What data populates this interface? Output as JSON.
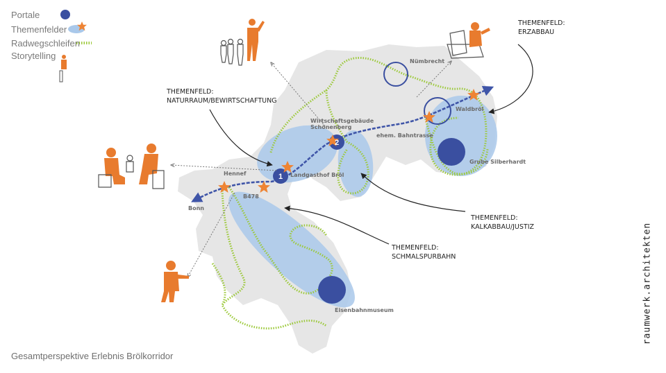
{
  "legend": {
    "portale": "Portale",
    "themenfelder": "Themenfelder",
    "radwegschleifen": "Radwegschleifen",
    "storytelling": "Storytelling"
  },
  "themenfelder": {
    "naturraum": [
      "THEMENFELD:",
      "NATURRAUM/BEWIRTSCHAFTUNG"
    ],
    "erzabbau": [
      "THEMENFELD:",
      "ERZABBAU"
    ],
    "kalkabbau": [
      "THEMENFELD:",
      "KALKABBAU/JUSTIZ"
    ],
    "schmalspurbahn": [
      "THEMENFELD:",
      "SCHMALSPURBAHN"
    ]
  },
  "places": {
    "nuembrecht": "Nümbrecht",
    "wirtschaftsgebaeude": [
      "Wirtschaftsgebäude",
      "Schönenberg"
    ],
    "bahntrasse": "ehem. Bahntrasse",
    "waldbroel": "Waldbröl",
    "grube": "Grube Silberhardt",
    "hennef": "Hennef",
    "landgasthof": "Landgasthof Bröl",
    "b478": "B478",
    "bonn": "Bonn",
    "eisenbahnmuseum": "Eisenbahnmuseum"
  },
  "portal_numbers": [
    "1",
    "2"
  ],
  "caption": "Gesamtperspektive Erlebnis Brölkorridor",
  "brand": "raumwerk.architekten",
  "colors": {
    "portal": "#3a4fa0",
    "themenfeld_fill": "#a9c8ea",
    "star": "#ee8434",
    "route": "#9cc93a",
    "region": "#e6e6e6",
    "trail": "#3f55a8",
    "figure": "#e87b2e"
  }
}
